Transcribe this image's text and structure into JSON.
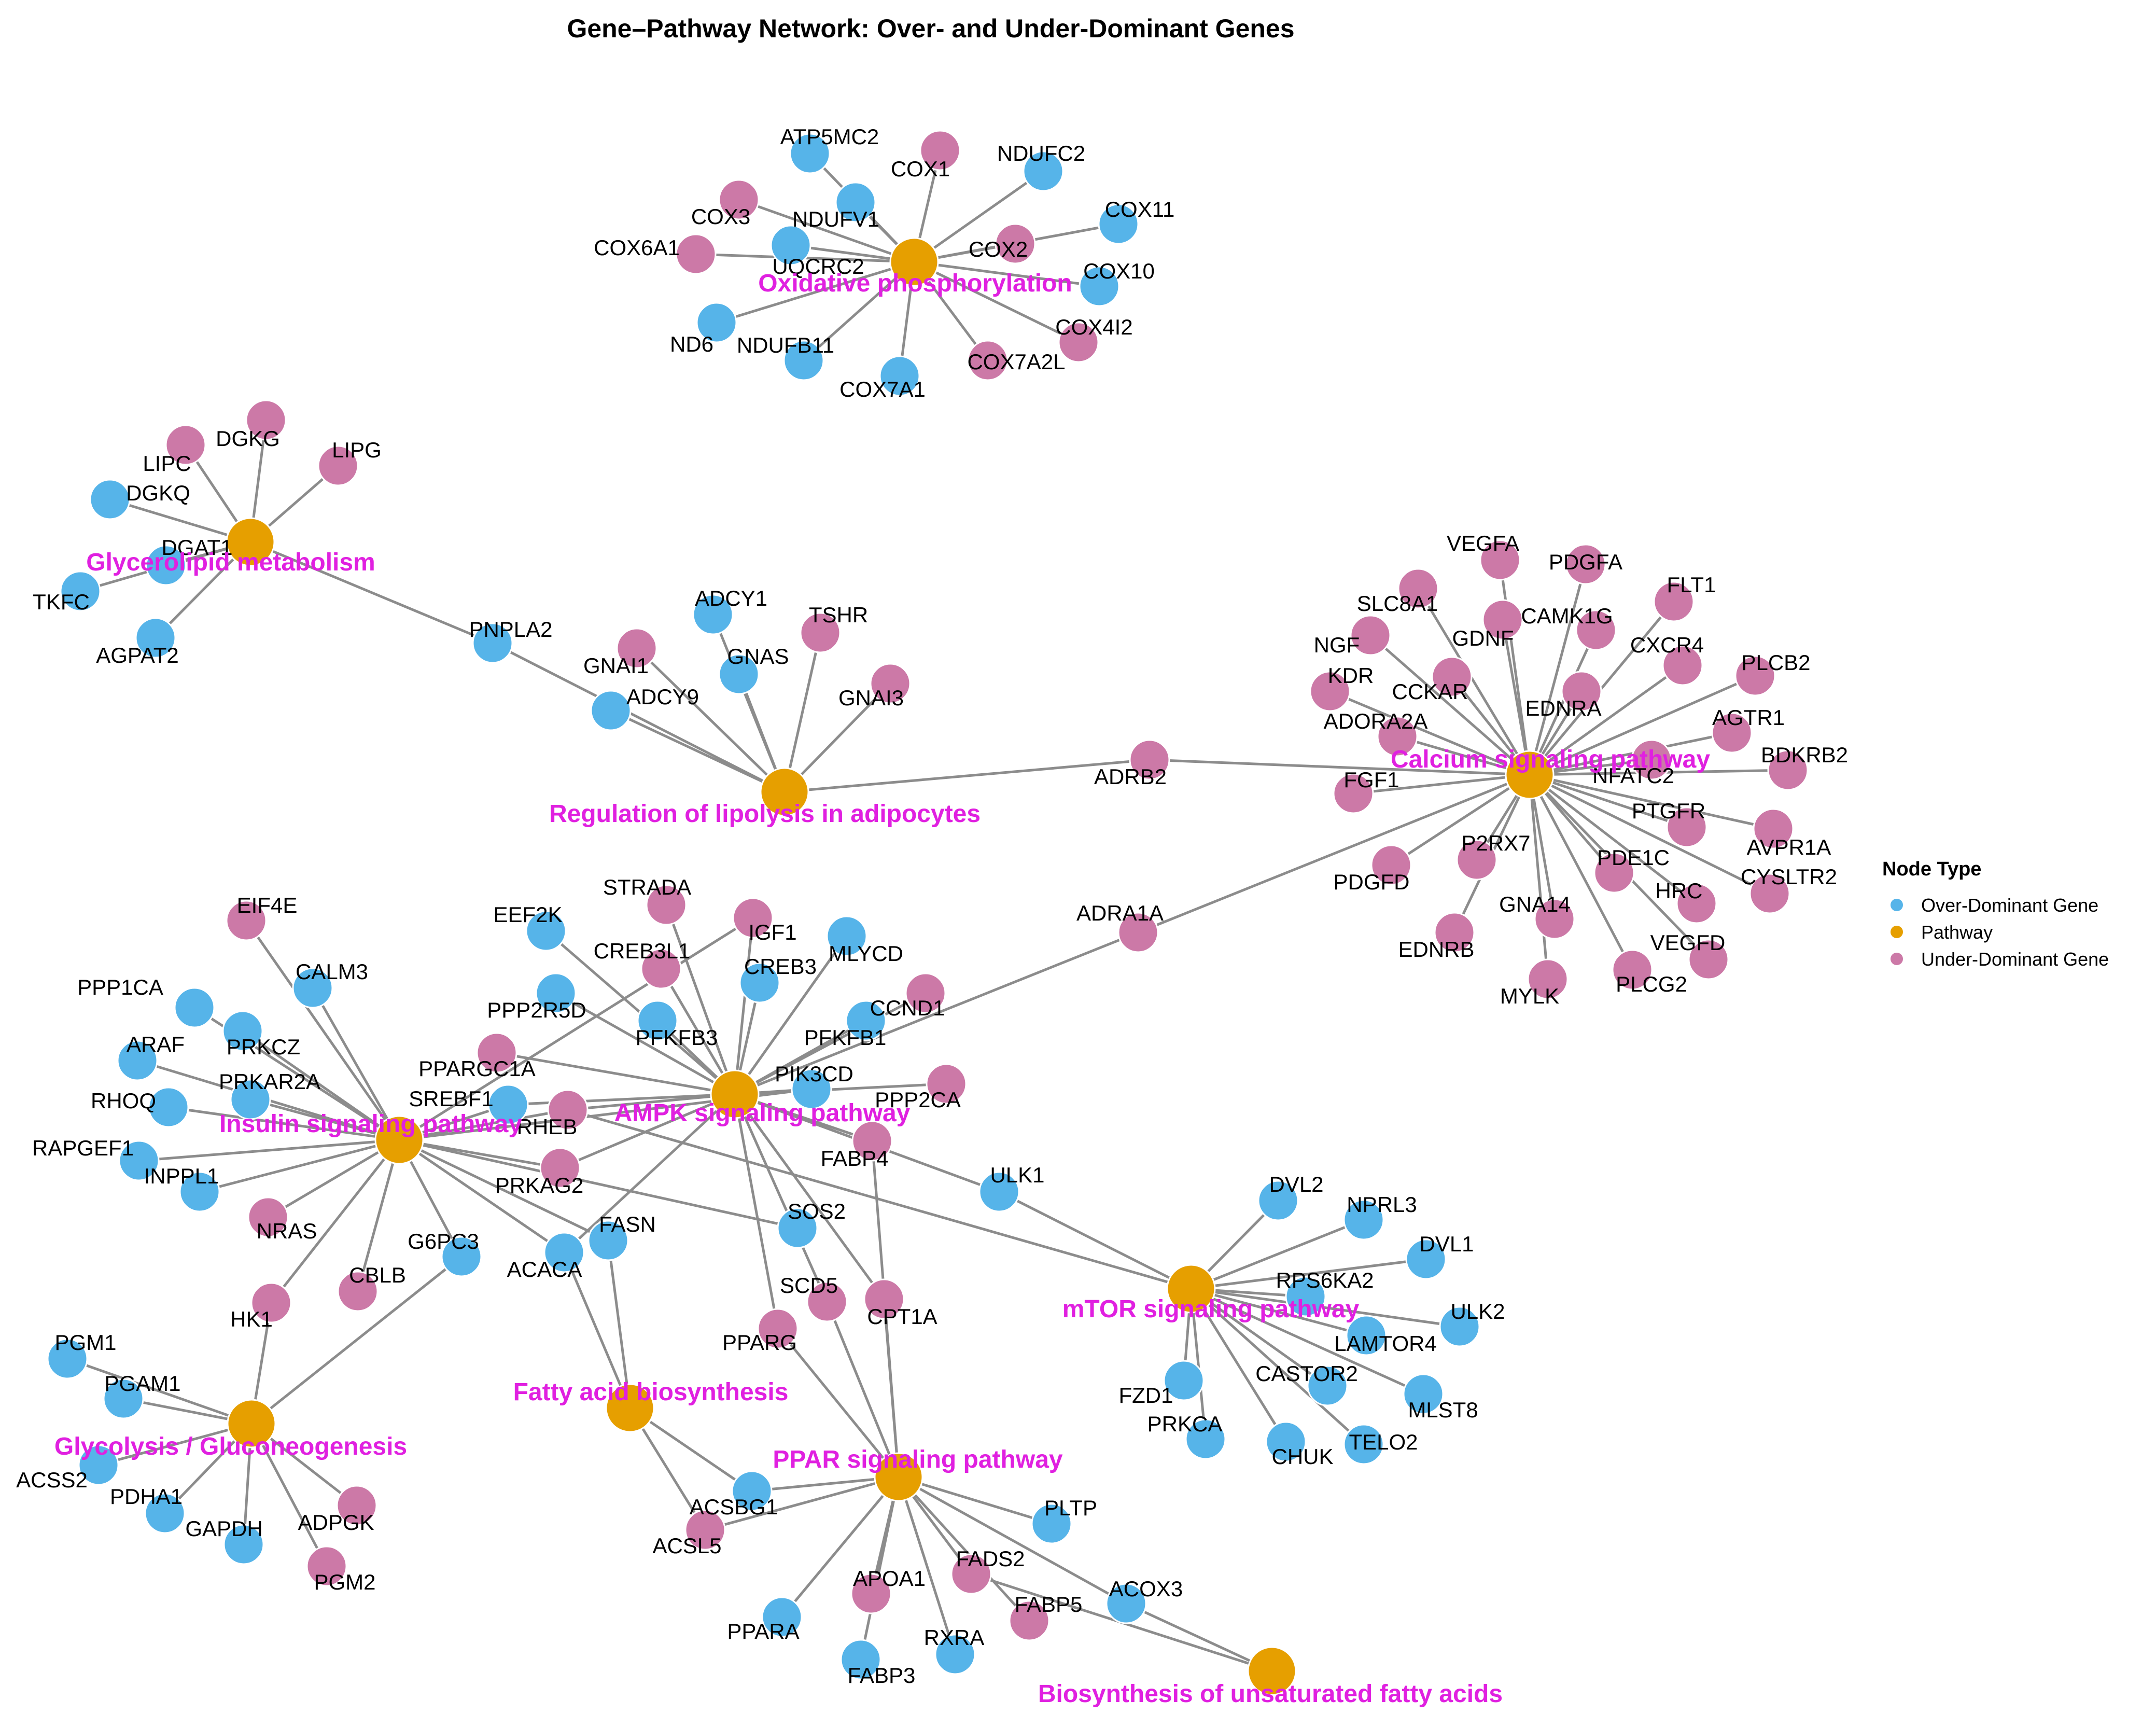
{
  "title": "Gene–Pathway Network: Over- and Under-Dominant Genes",
  "legend": {
    "title": "Node Type",
    "items": [
      {
        "key": "over",
        "label": "Over-Dominant Gene",
        "color": "#56B4E9"
      },
      {
        "key": "pathway",
        "label": "Pathway",
        "color": "#E69F00"
      },
      {
        "key": "under",
        "label": "Under-Dominant Gene",
        "color": "#CC79A7"
      }
    ]
  },
  "colors": {
    "over": "#56B4E9",
    "pathway": "#E69F00",
    "under": "#CC79A7",
    "pathway_label": "#E020E0",
    "edge": "#8c8c8c"
  },
  "pathways": [
    {
      "id": "oxphos",
      "label": "Oxidative phosphorylation"
    },
    {
      "id": "glycerolipid",
      "label": "Glycerolipid metabolism"
    },
    {
      "id": "lipolysis",
      "label": "Regulation of lipolysis in adipocytes"
    },
    {
      "id": "calcium",
      "label": "Calcium signaling pathway"
    },
    {
      "id": "insulin",
      "label": "Insulin signaling pathway"
    },
    {
      "id": "ampk",
      "label": "AMPK signaling pathway"
    },
    {
      "id": "mtor",
      "label": "mTOR signaling pathway"
    },
    {
      "id": "glycolysis",
      "label": "Glycolysis / Gluconeogenesis"
    },
    {
      "id": "fasyn",
      "label": "Fatty acid biosynthesis"
    },
    {
      "id": "ppar",
      "label": "PPAR signaling pathway"
    },
    {
      "id": "unsat",
      "label": "Biosynthesis of unsaturated fatty acids"
    }
  ],
  "genes": [
    {
      "id": "ATP5MC2",
      "type": "over",
      "pathways": [
        "oxphos"
      ]
    },
    {
      "id": "COX1",
      "type": "under",
      "pathways": [
        "oxphos"
      ]
    },
    {
      "id": "NDUFC2",
      "type": "over",
      "pathways": [
        "oxphos"
      ]
    },
    {
      "id": "COX3",
      "type": "under",
      "pathways": [
        "oxphos"
      ]
    },
    {
      "id": "NDUFV1",
      "type": "over",
      "pathways": [
        "oxphos"
      ]
    },
    {
      "id": "COX11",
      "type": "over",
      "pathways": [
        "oxphos"
      ]
    },
    {
      "id": "COX6A1",
      "type": "under",
      "pathways": [
        "oxphos"
      ]
    },
    {
      "id": "COX2",
      "type": "under",
      "pathways": [
        "oxphos"
      ]
    },
    {
      "id": "UQCRC2",
      "type": "over",
      "pathways": [
        "oxphos"
      ]
    },
    {
      "id": "COX10",
      "type": "over",
      "pathways": [
        "oxphos"
      ]
    },
    {
      "id": "ND6",
      "type": "over",
      "pathways": [
        "oxphos"
      ]
    },
    {
      "id": "COX4I2",
      "type": "under",
      "pathways": [
        "oxphos"
      ]
    },
    {
      "id": "NDUFB11",
      "type": "over",
      "pathways": [
        "oxphos"
      ]
    },
    {
      "id": "COX7A2L",
      "type": "under",
      "pathways": [
        "oxphos"
      ]
    },
    {
      "id": "COX7A1",
      "type": "over",
      "pathways": [
        "oxphos"
      ]
    },
    {
      "id": "DGKG",
      "type": "under",
      "pathways": [
        "glycerolipid"
      ]
    },
    {
      "id": "LIPC",
      "type": "under",
      "pathways": [
        "glycerolipid"
      ]
    },
    {
      "id": "LIPG",
      "type": "under",
      "pathways": [
        "glycerolipid"
      ]
    },
    {
      "id": "DGKQ",
      "type": "over",
      "pathways": [
        "glycerolipid"
      ]
    },
    {
      "id": "DGAT1",
      "type": "over",
      "pathways": [
        "glycerolipid"
      ]
    },
    {
      "id": "TKFC",
      "type": "over",
      "pathways": [
        "glycerolipid"
      ]
    },
    {
      "id": "AGPAT2",
      "type": "over",
      "pathways": [
        "glycerolipid"
      ]
    },
    {
      "id": "PNPLA2",
      "type": "over",
      "pathways": [
        "glycerolipid",
        "lipolysis"
      ]
    },
    {
      "id": "ADCY1",
      "type": "over",
      "pathways": [
        "lipolysis"
      ]
    },
    {
      "id": "TSHR",
      "type": "under",
      "pathways": [
        "lipolysis"
      ]
    },
    {
      "id": "GNAI1",
      "type": "under",
      "pathways": [
        "lipolysis"
      ]
    },
    {
      "id": "GNAS",
      "type": "over",
      "pathways": [
        "lipolysis"
      ]
    },
    {
      "id": "GNAI3",
      "type": "under",
      "pathways": [
        "lipolysis"
      ]
    },
    {
      "id": "ADCY9",
      "type": "over",
      "pathways": [
        "lipolysis"
      ]
    },
    {
      "id": "ADRB2",
      "type": "under",
      "pathways": [
        "lipolysis",
        "calcium"
      ]
    },
    {
      "id": "VEGFA",
      "type": "under",
      "pathways": [
        "calcium"
      ]
    },
    {
      "id": "PDGFA",
      "type": "under",
      "pathways": [
        "calcium"
      ]
    },
    {
      "id": "FLT1",
      "type": "under",
      "pathways": [
        "calcium"
      ]
    },
    {
      "id": "SLC8A1",
      "type": "under",
      "pathways": [
        "calcium"
      ]
    },
    {
      "id": "CAMK1G",
      "type": "under",
      "pathways": [
        "calcium"
      ]
    },
    {
      "id": "GDNF",
      "type": "under",
      "pathways": [
        "calcium"
      ]
    },
    {
      "id": "NGF",
      "type": "under",
      "pathways": [
        "calcium"
      ]
    },
    {
      "id": "CXCR4",
      "type": "under",
      "pathways": [
        "calcium"
      ]
    },
    {
      "id": "PLCB2",
      "type": "under",
      "pathways": [
        "calcium"
      ]
    },
    {
      "id": "KDR",
      "type": "under",
      "pathways": [
        "calcium"
      ]
    },
    {
      "id": "CCKAR",
      "type": "under",
      "pathways": [
        "calcium"
      ]
    },
    {
      "id": "EDNRA",
      "type": "under",
      "pathways": [
        "calcium"
      ]
    },
    {
      "id": "AGTR1",
      "type": "under",
      "pathways": [
        "calcium"
      ]
    },
    {
      "id": "ADORA2A",
      "type": "under",
      "pathways": [
        "calcium"
      ]
    },
    {
      "id": "BDKRB2",
      "type": "under",
      "pathways": [
        "calcium"
      ]
    },
    {
      "id": "FGF1",
      "type": "under",
      "pathways": [
        "calcium"
      ]
    },
    {
      "id": "NFATC2",
      "type": "under",
      "pathways": [
        "calcium"
      ]
    },
    {
      "id": "PTGFR",
      "type": "under",
      "pathways": [
        "calcium"
      ]
    },
    {
      "id": "AVPR1A",
      "type": "under",
      "pathways": [
        "calcium"
      ]
    },
    {
      "id": "P2RX7",
      "type": "under",
      "pathways": [
        "calcium"
      ]
    },
    {
      "id": "PDGFD",
      "type": "under",
      "pathways": [
        "calcium"
      ]
    },
    {
      "id": "PDE1C",
      "type": "under",
      "pathways": [
        "calcium"
      ]
    },
    {
      "id": "CYSLTR2",
      "type": "under",
      "pathways": [
        "calcium"
      ]
    },
    {
      "id": "HRC",
      "type": "under",
      "pathways": [
        "calcium"
      ]
    },
    {
      "id": "GNA14",
      "type": "under",
      "pathways": [
        "calcium"
      ]
    },
    {
      "id": "EDNRB",
      "type": "under",
      "pathways": [
        "calcium"
      ]
    },
    {
      "id": "VEGFD",
      "type": "under",
      "pathways": [
        "calcium"
      ]
    },
    {
      "id": "MYLK",
      "type": "under",
      "pathways": [
        "calcium"
      ]
    },
    {
      "id": "PLCG2",
      "type": "under",
      "pathways": [
        "calcium"
      ]
    },
    {
      "id": "ADRA1A",
      "type": "under",
      "pathways": [
        "calcium",
        "ampk"
      ]
    },
    {
      "id": "STRADA",
      "type": "under",
      "pathways": [
        "ampk"
      ]
    },
    {
      "id": "EEF2K",
      "type": "over",
      "pathways": [
        "ampk"
      ]
    },
    {
      "id": "IGF1",
      "type": "under",
      "pathways": [
        "ampk",
        "insulin"
      ]
    },
    {
      "id": "CREB3L1",
      "type": "under",
      "pathways": [
        "ampk"
      ]
    },
    {
      "id": "MLYCD",
      "type": "over",
      "pathways": [
        "ampk"
      ]
    },
    {
      "id": "CREB3",
      "type": "over",
      "pathways": [
        "ampk"
      ]
    },
    {
      "id": "PPP2R5D",
      "type": "over",
      "pathways": [
        "ampk"
      ]
    },
    {
      "id": "CCND1",
      "type": "under",
      "pathways": [
        "ampk"
      ]
    },
    {
      "id": "PFKFB3",
      "type": "over",
      "pathways": [
        "ampk"
      ]
    },
    {
      "id": "PFKFB1",
      "type": "over",
      "pathways": [
        "ampk"
      ]
    },
    {
      "id": "PPARGC1A",
      "type": "under",
      "pathways": [
        "ampk"
      ]
    },
    {
      "id": "PIK3CD",
      "type": "over",
      "pathways": [
        "ampk",
        "insulin"
      ]
    },
    {
      "id": "PPP2CA",
      "type": "under",
      "pathways": [
        "ampk"
      ]
    },
    {
      "id": "SREBF1",
      "type": "over",
      "pathways": [
        "insulin",
        "ampk"
      ]
    },
    {
      "id": "RHEB",
      "type": "under",
      "pathways": [
        "insulin",
        "ampk",
        "mtor"
      ]
    },
    {
      "id": "FABP4",
      "type": "under",
      "pathways": [
        "ampk",
        "ppar"
      ]
    },
    {
      "id": "PRKAG2",
      "type": "under",
      "pathways": [
        "insulin",
        "ampk"
      ]
    },
    {
      "id": "ULK1",
      "type": "over",
      "pathways": [
        "ampk",
        "mtor"
      ]
    },
    {
      "id": "EIF4E",
      "type": "under",
      "pathways": [
        "insulin"
      ]
    },
    {
      "id": "CALM3",
      "type": "over",
      "pathways": [
        "insulin"
      ]
    },
    {
      "id": "PPP1CA",
      "type": "over",
      "pathways": [
        "insulin"
      ]
    },
    {
      "id": "PRKCZ",
      "type": "over",
      "pathways": [
        "insulin"
      ]
    },
    {
      "id": "ARAF",
      "type": "over",
      "pathways": [
        "insulin"
      ]
    },
    {
      "id": "PRKAR2A",
      "type": "over",
      "pathways": [
        "insulin"
      ]
    },
    {
      "id": "RHOQ",
      "type": "over",
      "pathways": [
        "insulin"
      ]
    },
    {
      "id": "RAPGEF1",
      "type": "over",
      "pathways": [
        "insulin"
      ]
    },
    {
      "id": "INPPL1",
      "type": "over",
      "pathways": [
        "insulin"
      ]
    },
    {
      "id": "NRAS",
      "type": "under",
      "pathways": [
        "insulin"
      ]
    },
    {
      "id": "SOS2",
      "type": "over",
      "pathways": [
        "insulin"
      ]
    },
    {
      "id": "FASN",
      "type": "over",
      "pathways": [
        "insulin",
        "fasyn"
      ]
    },
    {
      "id": "G6PC3",
      "type": "over",
      "pathways": [
        "insulin",
        "glycolysis"
      ]
    },
    {
      "id": "ACACA",
      "type": "over",
      "pathways": [
        "insulin",
        "ampk",
        "fasyn"
      ]
    },
    {
      "id": "CBLB",
      "type": "under",
      "pathways": [
        "insulin"
      ]
    },
    {
      "id": "HK1",
      "type": "under",
      "pathways": [
        "insulin",
        "glycolysis"
      ]
    },
    {
      "id": "SCD5",
      "type": "under",
      "pathways": [
        "ampk",
        "ppar"
      ]
    },
    {
      "id": "CPT1A",
      "type": "under",
      "pathways": [
        "ampk",
        "ppar"
      ]
    },
    {
      "id": "PPARG",
      "type": "under",
      "pathways": [
        "ampk",
        "ppar"
      ]
    },
    {
      "id": "DVL2",
      "type": "over",
      "pathways": [
        "mtor"
      ]
    },
    {
      "id": "NPRL3",
      "type": "over",
      "pathways": [
        "mtor"
      ]
    },
    {
      "id": "DVL1",
      "type": "over",
      "pathways": [
        "mtor"
      ]
    },
    {
      "id": "RPS6KA2",
      "type": "over",
      "pathways": [
        "mtor"
      ]
    },
    {
      "id": "ULK2",
      "type": "over",
      "pathways": [
        "mtor"
      ]
    },
    {
      "id": "LAMTOR4",
      "type": "over",
      "pathways": [
        "mtor"
      ]
    },
    {
      "id": "CASTOR2",
      "type": "over",
      "pathways": [
        "mtor"
      ]
    },
    {
      "id": "FZD1",
      "type": "over",
      "pathways": [
        "mtor"
      ]
    },
    {
      "id": "MLST8",
      "type": "over",
      "pathways": [
        "mtor"
      ]
    },
    {
      "id": "PRKCA",
      "type": "over",
      "pathways": [
        "mtor"
      ]
    },
    {
      "id": "TELO2",
      "type": "over",
      "pathways": [
        "mtor"
      ]
    },
    {
      "id": "CHUK",
      "type": "over",
      "pathways": [
        "mtor"
      ]
    },
    {
      "id": "PGM1",
      "type": "over",
      "pathways": [
        "glycolysis"
      ]
    },
    {
      "id": "PGAM1",
      "type": "over",
      "pathways": [
        "glycolysis"
      ]
    },
    {
      "id": "ACSS2",
      "type": "over",
      "pathways": [
        "glycolysis"
      ]
    },
    {
      "id": "PDHA1",
      "type": "over",
      "pathways": [
        "glycolysis"
      ]
    },
    {
      "id": "ADPGK",
      "type": "under",
      "pathways": [
        "glycolysis"
      ]
    },
    {
      "id": "GAPDH",
      "type": "over",
      "pathways": [
        "glycolysis"
      ]
    },
    {
      "id": "PGM2",
      "type": "under",
      "pathways": [
        "glycolysis"
      ]
    },
    {
      "id": "ACSBG1",
      "type": "over",
      "pathways": [
        "fasyn",
        "ppar"
      ]
    },
    {
      "id": "ACSL5",
      "type": "under",
      "pathways": [
        "fasyn",
        "ppar"
      ]
    },
    {
      "id": "PLTP",
      "type": "over",
      "pathways": [
        "ppar"
      ]
    },
    {
      "id": "FADS2",
      "type": "under",
      "pathways": [
        "ppar",
        "unsat"
      ]
    },
    {
      "id": "APOA1",
      "type": "under",
      "pathways": [
        "ppar"
      ]
    },
    {
      "id": "ACOX3",
      "type": "over",
      "pathways": [
        "ppar",
        "unsat"
      ]
    },
    {
      "id": "FABP5",
      "type": "under",
      "pathways": [
        "ppar"
      ]
    },
    {
      "id": "PPARA",
      "type": "over",
      "pathways": [
        "ppar"
      ]
    },
    {
      "id": "RXRA",
      "type": "over",
      "pathways": [
        "ppar"
      ]
    },
    {
      "id": "FABP3",
      "type": "over",
      "pathways": [
        "ppar"
      ]
    }
  ]
}
